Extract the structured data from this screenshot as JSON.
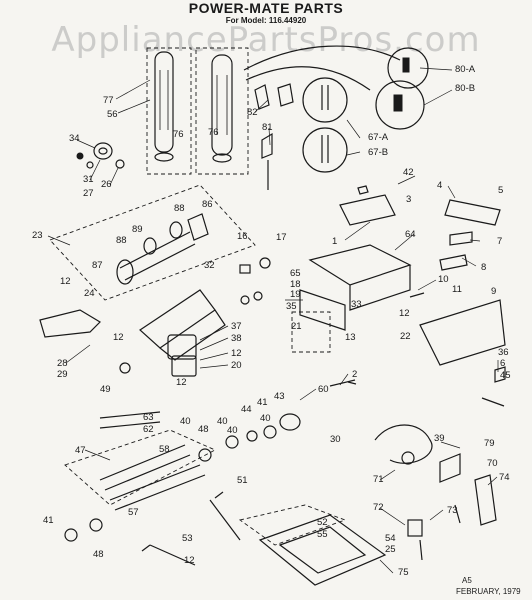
{
  "header": {
    "title": "POWER-MATE PARTS",
    "model": "For Model: 116.44920",
    "watermark": "AppliancePartsPros.com"
  },
  "footer": {
    "code": "A5",
    "date": "FEBRUARY, 1979"
  },
  "callouts": [
    "77",
    "56",
    "76",
    "76",
    "82",
    "81",
    "80-A",
    "80-B",
    "67-A",
    "67-B",
    "34",
    "31",
    "27",
    "26",
    "23",
    "88",
    "88",
    "89",
    "86",
    "87",
    "12",
    "24",
    "32",
    "16",
    "17",
    "42",
    "4",
    "5",
    "3",
    "1",
    "64",
    "7",
    "8",
    "65",
    "18",
    "19",
    "35",
    "10",
    "11",
    "33",
    "12",
    "13",
    "22",
    "21",
    "9",
    "12",
    "28",
    "37",
    "38",
    "29",
    "12",
    "20",
    "36",
    "6",
    "45",
    "49",
    "12",
    "2",
    "60",
    "63",
    "62",
    "43",
    "41",
    "40",
    "48",
    "44",
    "40",
    "40",
    "40",
    "58",
    "47",
    "30",
    "39",
    "79",
    "70",
    "71",
    "74",
    "57",
    "51",
    "72",
    "73",
    "52",
    "55",
    "41",
    "48",
    "53",
    "54",
    "25",
    "75",
    "12"
  ]
}
